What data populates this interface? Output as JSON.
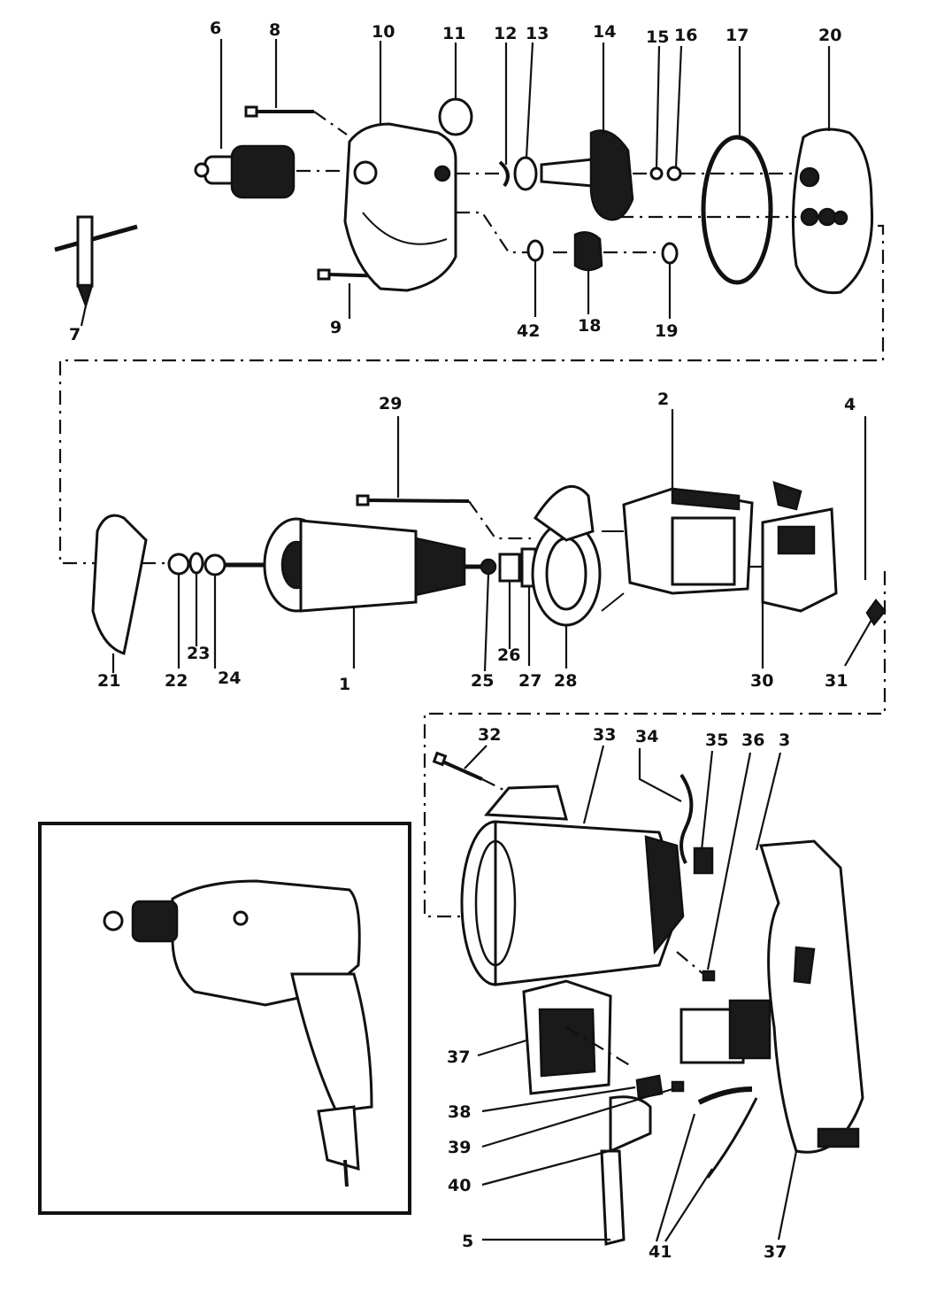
{
  "labels": {
    "l6": "6",
    "l8": "8",
    "l10": "10",
    "l11": "11",
    "l12": "12",
    "l13": "13",
    "l14": "14",
    "l15": "15",
    "l16": "16",
    "l17": "17",
    "l20": "20",
    "l7": "7",
    "l9": "9",
    "l42": "42",
    "l18": "18",
    "l19": "19",
    "l29": "29",
    "l2": "2",
    "l4": "4",
    "l21": "21",
    "l22": "22",
    "l23": "23",
    "l24": "24",
    "l1": "1",
    "l25": "25",
    "l26": "26",
    "l27": "27",
    "l28": "28",
    "l30": "30",
    "l31": "31",
    "l32": "32",
    "l33": "33",
    "l34": "34",
    "l35": "35",
    "l36": "36",
    "l3": "3",
    "l37a": "37",
    "l38": "38",
    "l39": "39",
    "l40": "40",
    "l5": "5",
    "l41": "41",
    "l37b": "37"
  }
}
